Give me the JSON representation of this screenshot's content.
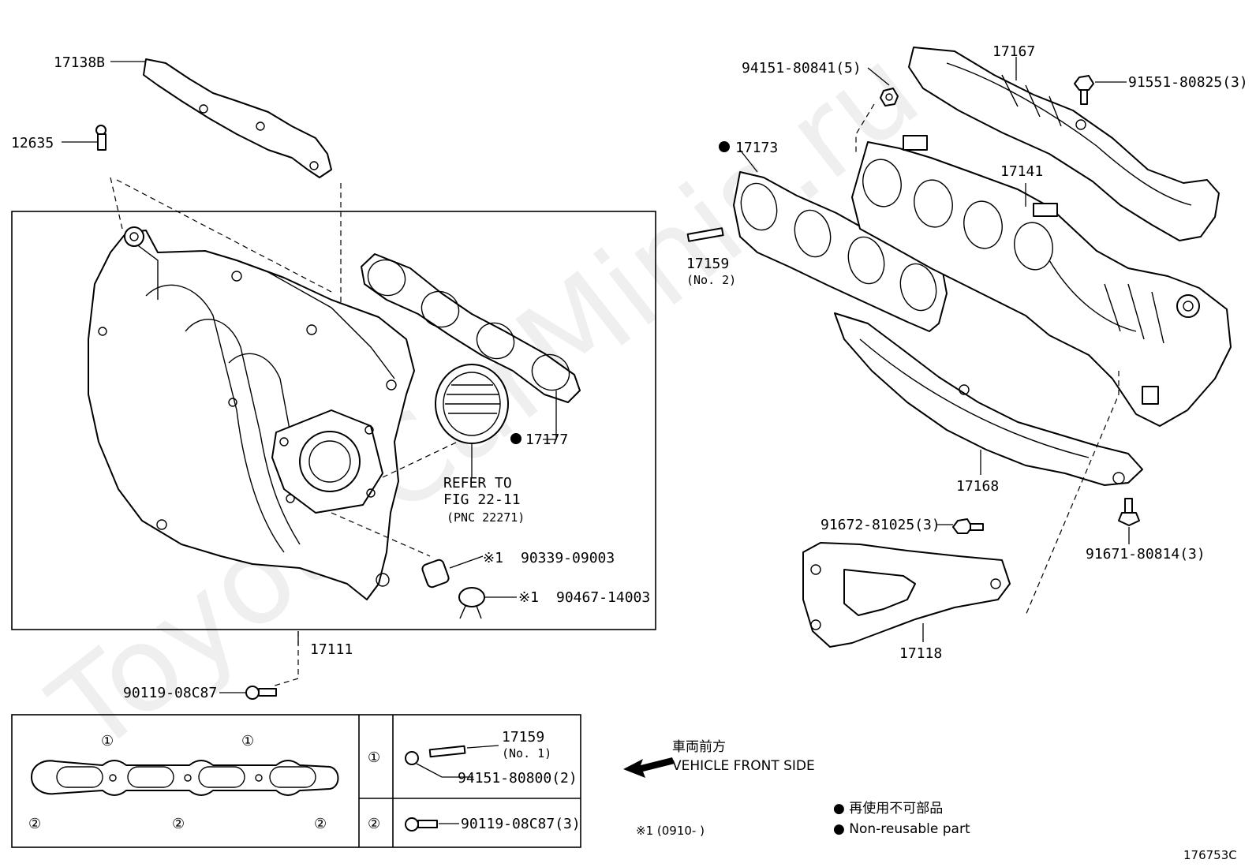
{
  "watermark": "ToyotaCarMinis.ru",
  "labels": {
    "p17138B": "17138B",
    "p12635": "12635",
    "p17111": "17111",
    "p17177": "17177",
    "refer_line1": "REFER TO",
    "refer_line2": "FIG 22-11",
    "refer_line3": "(PNC 22271)",
    "p90339": "90339-09003",
    "p90467": "90467-14003",
    "mark1": "※1",
    "p90119_main": "90119-08C87",
    "p94151_5": "94151-80841(5)",
    "p17167": "17167",
    "p91551": "91551-80825(3)",
    "p17173": "17173",
    "p17141": "17141",
    "p17159": "17159",
    "p17159_no2": "(No. 2)",
    "p17168": "17168",
    "p91672": "91672-81025(3)",
    "p91671": "91671-80814(3)",
    "p17118": "17118",
    "legend_17159": "17159",
    "legend_17159_no1": "(No. 1)",
    "legend_94151": "94151-80800(2)",
    "legend_90119": "90119-08C87(3)",
    "circle1": "①",
    "circle2": "②",
    "front_jp": "車両前方",
    "front_en": "VEHICLE FRONT SIDE",
    "date_note": "※1 (0910-      )",
    "nonreuse_jp": "● 再使用不可部品",
    "nonreuse_en": "● Non-reusable part",
    "drawing_code": "176753C"
  }
}
